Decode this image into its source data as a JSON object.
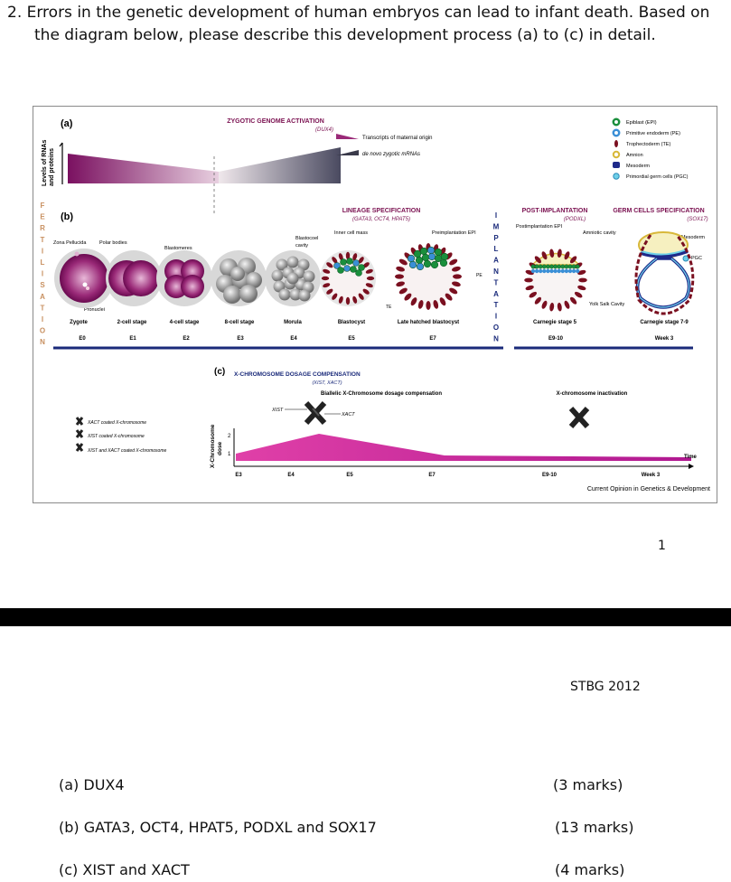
{
  "question": {
    "line1": "2. Errors in the genetic development of human embryos can lead to infant death. Based on",
    "line2": "the diagram below, please describe this development process (a) to (c) in detail."
  },
  "figure": {
    "panel_a": {
      "label": "(a)",
      "title": "ZYGOTIC GENOME ACTIVATION",
      "gene": "(DUX4)",
      "ylabel1": "Levels of RNAs",
      "ylabel2": "and proteins",
      "legend_maternal": "Transcripts of maternal origin",
      "legend_denovo": "de novo zygotic mRNAs"
    },
    "cell_legend": [
      {
        "label": "Epiblast (EPI)",
        "color": "#1a8f3c"
      },
      {
        "label": "Primitive endoderm (PE)",
        "color": "#3a8fd6"
      },
      {
        "label": "Trophectoderm (TE)",
        "color": "#7a1020"
      },
      {
        "label": "Amnion",
        "color": "#e8d47a"
      },
      {
        "label": "Mesoderm",
        "color": "#1e2a8a"
      },
      {
        "label": "Primordial germ cells (PGC)",
        "color": "#6fd0e8"
      }
    ],
    "fertilisation_letters": [
      "F",
      "E",
      "R",
      "T",
      "I",
      "L",
      "I",
      "S",
      "A",
      "T",
      "I",
      "O",
      "N"
    ],
    "implantation_letters": [
      "I",
      "M",
      "P",
      "L",
      "A",
      "N",
      "T",
      "A",
      "T",
      "I",
      "O",
      "N"
    ],
    "panel_b": {
      "label": "(b)",
      "lineage_title": "LINEAGE SPECIFICATION",
      "lineage_genes": "(GATA3, OCT4, HPAT5)",
      "post_title": "POST-IMPLANTATION",
      "post_gene": "(PODXL)",
      "germ_title": "GERM CELLS SPECIFICATION",
      "germ_gene": "(SOX17)",
      "labels": {
        "zona": "Zona Pellucida",
        "polar": "Polar bodies",
        "blastomeres": "Blastomeres",
        "pronuclei": "Pronuclei",
        "blastocoel1": "Blastocoel",
        "blastocoel2": "cavity",
        "icm": "Inner cell mass",
        "preimpl_epi": "Preimplantation EPI",
        "pe": "PE",
        "te": "TE",
        "postimpl_epi": "Postimplantation EPI",
        "amniotic": "Amniotic cavity",
        "mesoderm": "Mesoderm",
        "pgc": "PGC",
        "yolk": "Yolk Salk Cavity"
      },
      "stages": [
        "Zygote",
        "2-cell stage",
        "4-cell stage",
        "8-cell stage",
        "Morula",
        "Blastocyst",
        "Late hatched blastocyst",
        "Carnegie stage 5",
        "Carnegie stage 7-9"
      ],
      "days": [
        "E0",
        "E1",
        "E2",
        "E3",
        "E4",
        "E5",
        "E7",
        "E9-10",
        "Week 3"
      ]
    },
    "panel_c": {
      "label": "(c)",
      "title": "X-CHROMOSOME DOSAGE COMPENSATION",
      "genes": "(XIST, XACT)",
      "biallelic": "Biallelic X-Chromosome dosage compensation",
      "inactivation": "X-chromosome inactivation",
      "xist": "XIST",
      "xact": "XACT",
      "legend": [
        "XACT coated X-chromosome",
        "XIST coated X-chromosome",
        "XIST and XACT coated X-chromosome"
      ],
      "ylabel1": "X-Chromosome",
      "ylabel2": "dose",
      "ytick2": "2",
      "ytick1": "1",
      "time": "Time",
      "ticks": [
        "E3",
        "E4",
        "E5",
        "E7",
        "E9-10",
        "Week 3"
      ]
    },
    "source": "Current Opinion in Genetics & Development"
  },
  "page_number": "1",
  "footer_code": "STBG 2012",
  "subquestions": [
    {
      "text": "(a) DUX4",
      "marks": "(3 marks)"
    },
    {
      "text": "(b) GATA3, OCT4, HPAT5, PODXL and SOX17",
      "marks": "(13 marks)"
    },
    {
      "text": "(c) XIST and XACT",
      "marks": "(4 marks)"
    }
  ]
}
